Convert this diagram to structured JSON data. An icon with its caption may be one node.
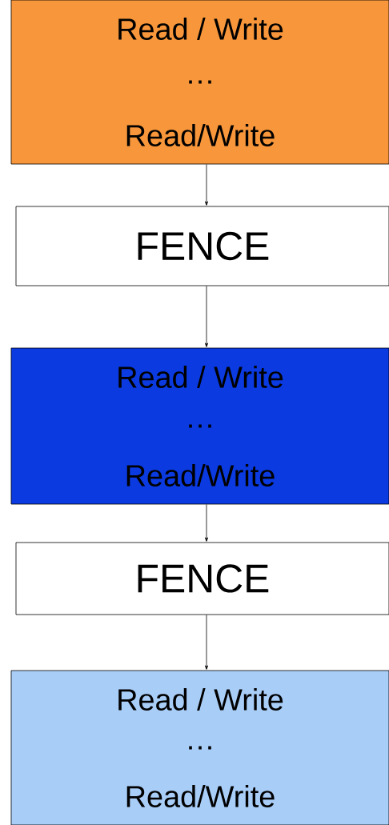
{
  "diagram": {
    "nodes": [
      {
        "text": [
          "Read / Write",
          "…",
          "Read/Write"
        ]
      },
      {
        "text": [
          "FENCE"
        ]
      },
      {
        "text": [
          "Read / Write",
          "…",
          "Read/Write"
        ]
      },
      {
        "text": [
          "FENCE"
        ]
      },
      {
        "text": [
          "Read / Write",
          "…",
          "Read/Write"
        ]
      }
    ],
    "edges": [
      {
        "from": 0,
        "to": 1,
        "arrow": "to"
      },
      {
        "from": 1,
        "to": 2,
        "arrow": "to"
      },
      {
        "from": 2,
        "to": 3,
        "arrow": "to"
      },
      {
        "from": 3,
        "to": 4,
        "arrow": "to"
      }
    ]
  }
}
